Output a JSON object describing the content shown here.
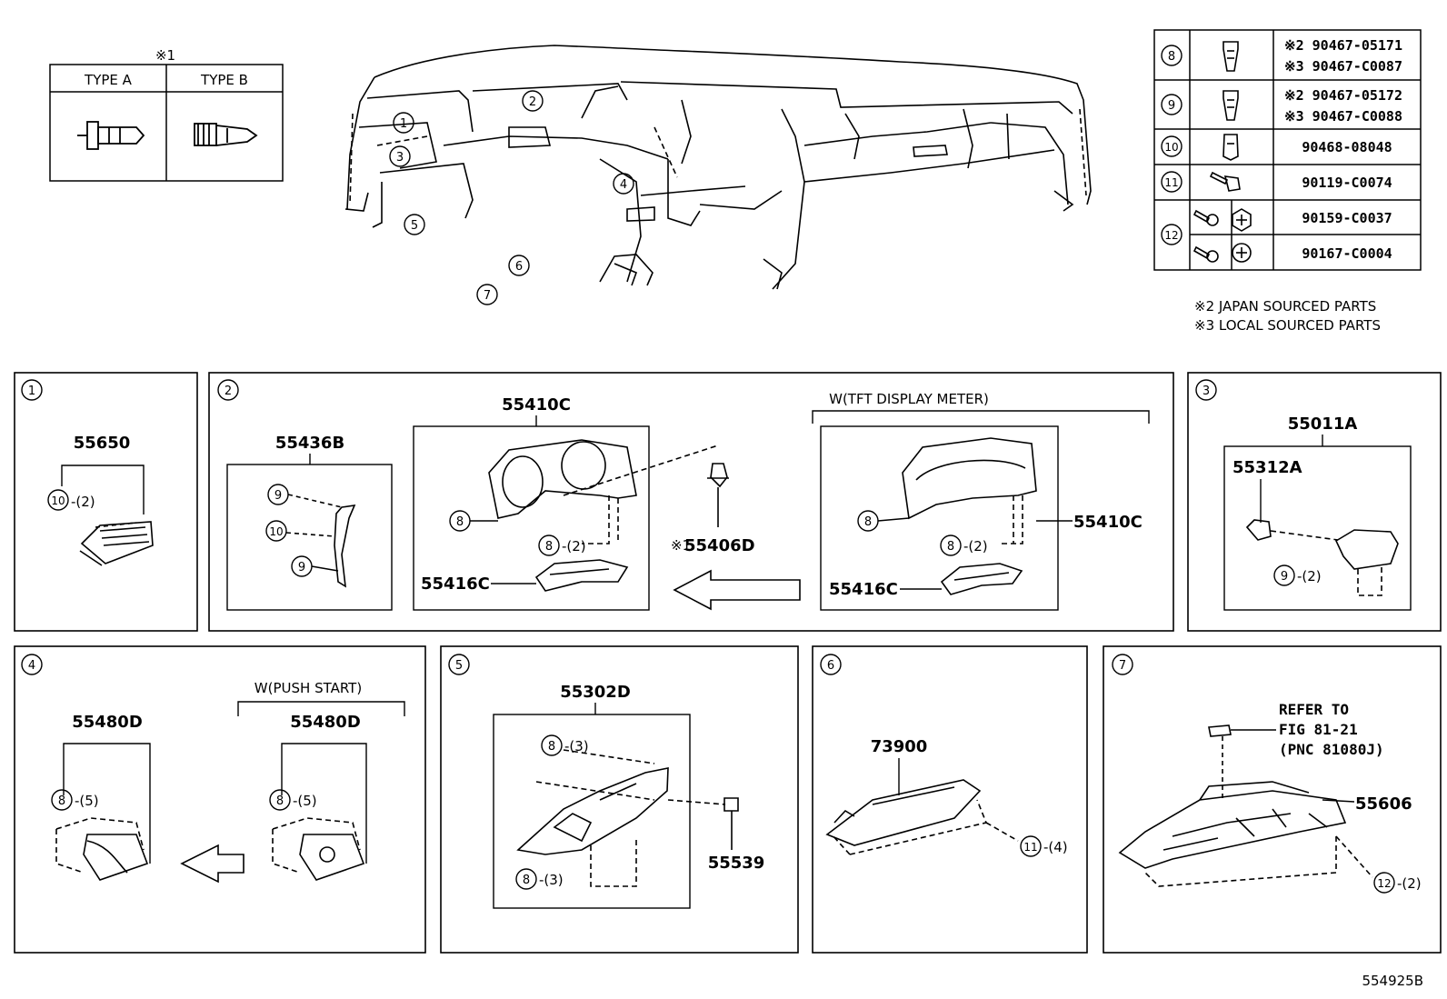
{
  "figure_code": "554925B",
  "clip_table": {
    "mark": "※1",
    "type_a": "TYPE A",
    "type_b": "TYPE B"
  },
  "overview": {
    "callouts": [
      "1",
      "2",
      "3",
      "4",
      "5",
      "6",
      "7"
    ]
  },
  "fastener_table": [
    {
      "ref": "8",
      "icon": "clip-icon",
      "part_a": "※2 90467-05171",
      "part_b": "※3 90467-C0087"
    },
    {
      "ref": "9",
      "icon": "clip-icon",
      "part_a": "※2 90467-05172",
      "part_b": "※3 90467-C0088"
    },
    {
      "ref": "10",
      "icon": "clip-icon",
      "part_a": "90468-08048"
    },
    {
      "ref": "11",
      "icon": "bolt-icon",
      "part_a": "90119-C0074"
    },
    {
      "ref": "12",
      "icon": "screw-icon",
      "part_a": "90159-C0037",
      "part_b": "90167-C0004"
    }
  ],
  "notes": {
    "note2": "※2 JAPAN SOURCED PARTS",
    "note3": "※3 LOCAL SOURCED PARTS"
  },
  "panels": {
    "p1": {
      "num": "1",
      "part": "55650",
      "fastener_ref": "10",
      "fastener_qty": "-(2)"
    },
    "p2": {
      "num": "2",
      "part_left": "55436B",
      "left_refs": [
        "9",
        "10",
        "9"
      ],
      "part_cluster": "55410C",
      "cluster_ref": "8",
      "cluster_ref2": "8",
      "cluster_qty": "-(2)",
      "part_clip": "55406D",
      "clip_mark": "※1",
      "part_lower": "55416C",
      "variant": "W(TFT DISPLAY METER)",
      "variant_part": "55410C",
      "variant_ref": "8",
      "variant_ref2": "8",
      "variant_qty": "-(2)",
      "variant_lower": "55416C"
    },
    "p3": {
      "num": "3",
      "part_outer": "55011A",
      "part_inner": "55312A",
      "fastener_ref": "9",
      "fastener_qty": "-(2)"
    },
    "p4": {
      "num": "4",
      "part": "55480D",
      "fastener_ref": "8",
      "fastener_qty": "-(5)",
      "variant": "W(PUSH START)",
      "variant_part": "55480D",
      "variant_ref": "8",
      "variant_qty": "-(5)"
    },
    "p5": {
      "num": "5",
      "part": "55302D",
      "ref_top": "8",
      "qty_top": "-(3)",
      "ref_bottom": "8",
      "qty_bottom": "-(3)",
      "part_side": "55539"
    },
    "p6": {
      "num": "6",
      "part": "73900",
      "fastener_ref": "11",
      "fastener_qty": "-(4)"
    },
    "p7": {
      "num": "7",
      "refer1": "REFER TO",
      "refer2": "FIG 81-21",
      "refer3": "(PNC 81080J)",
      "part": "55606",
      "fastener_ref": "12",
      "fastener_qty": "-(2)"
    }
  }
}
